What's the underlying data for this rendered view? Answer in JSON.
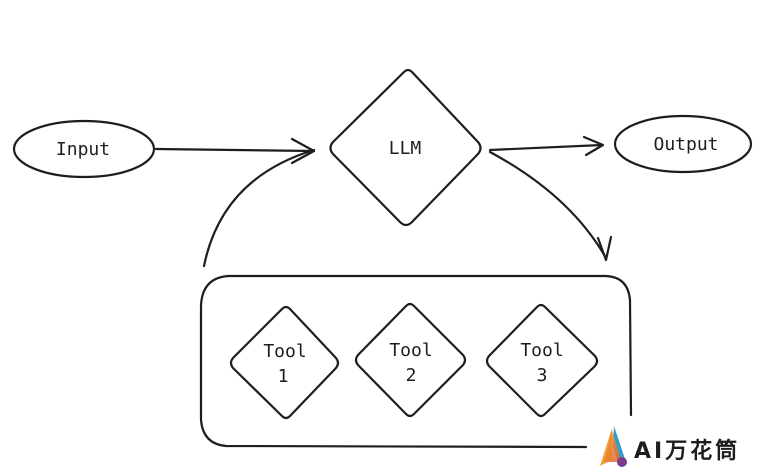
{
  "nodes": {
    "input": "Input",
    "llm": "LLM",
    "output": "Output",
    "tools": [
      {
        "line1": "Tool",
        "line2": "1"
      },
      {
        "line1": "Tool",
        "line2": "2"
      },
      {
        "line1": "Tool",
        "line2": "3"
      }
    ]
  },
  "watermark": {
    "text": "AI万花筒",
    "colors": [
      "#f2a13a",
      "#2a9fd6",
      "#7a3b8f"
    ]
  }
}
